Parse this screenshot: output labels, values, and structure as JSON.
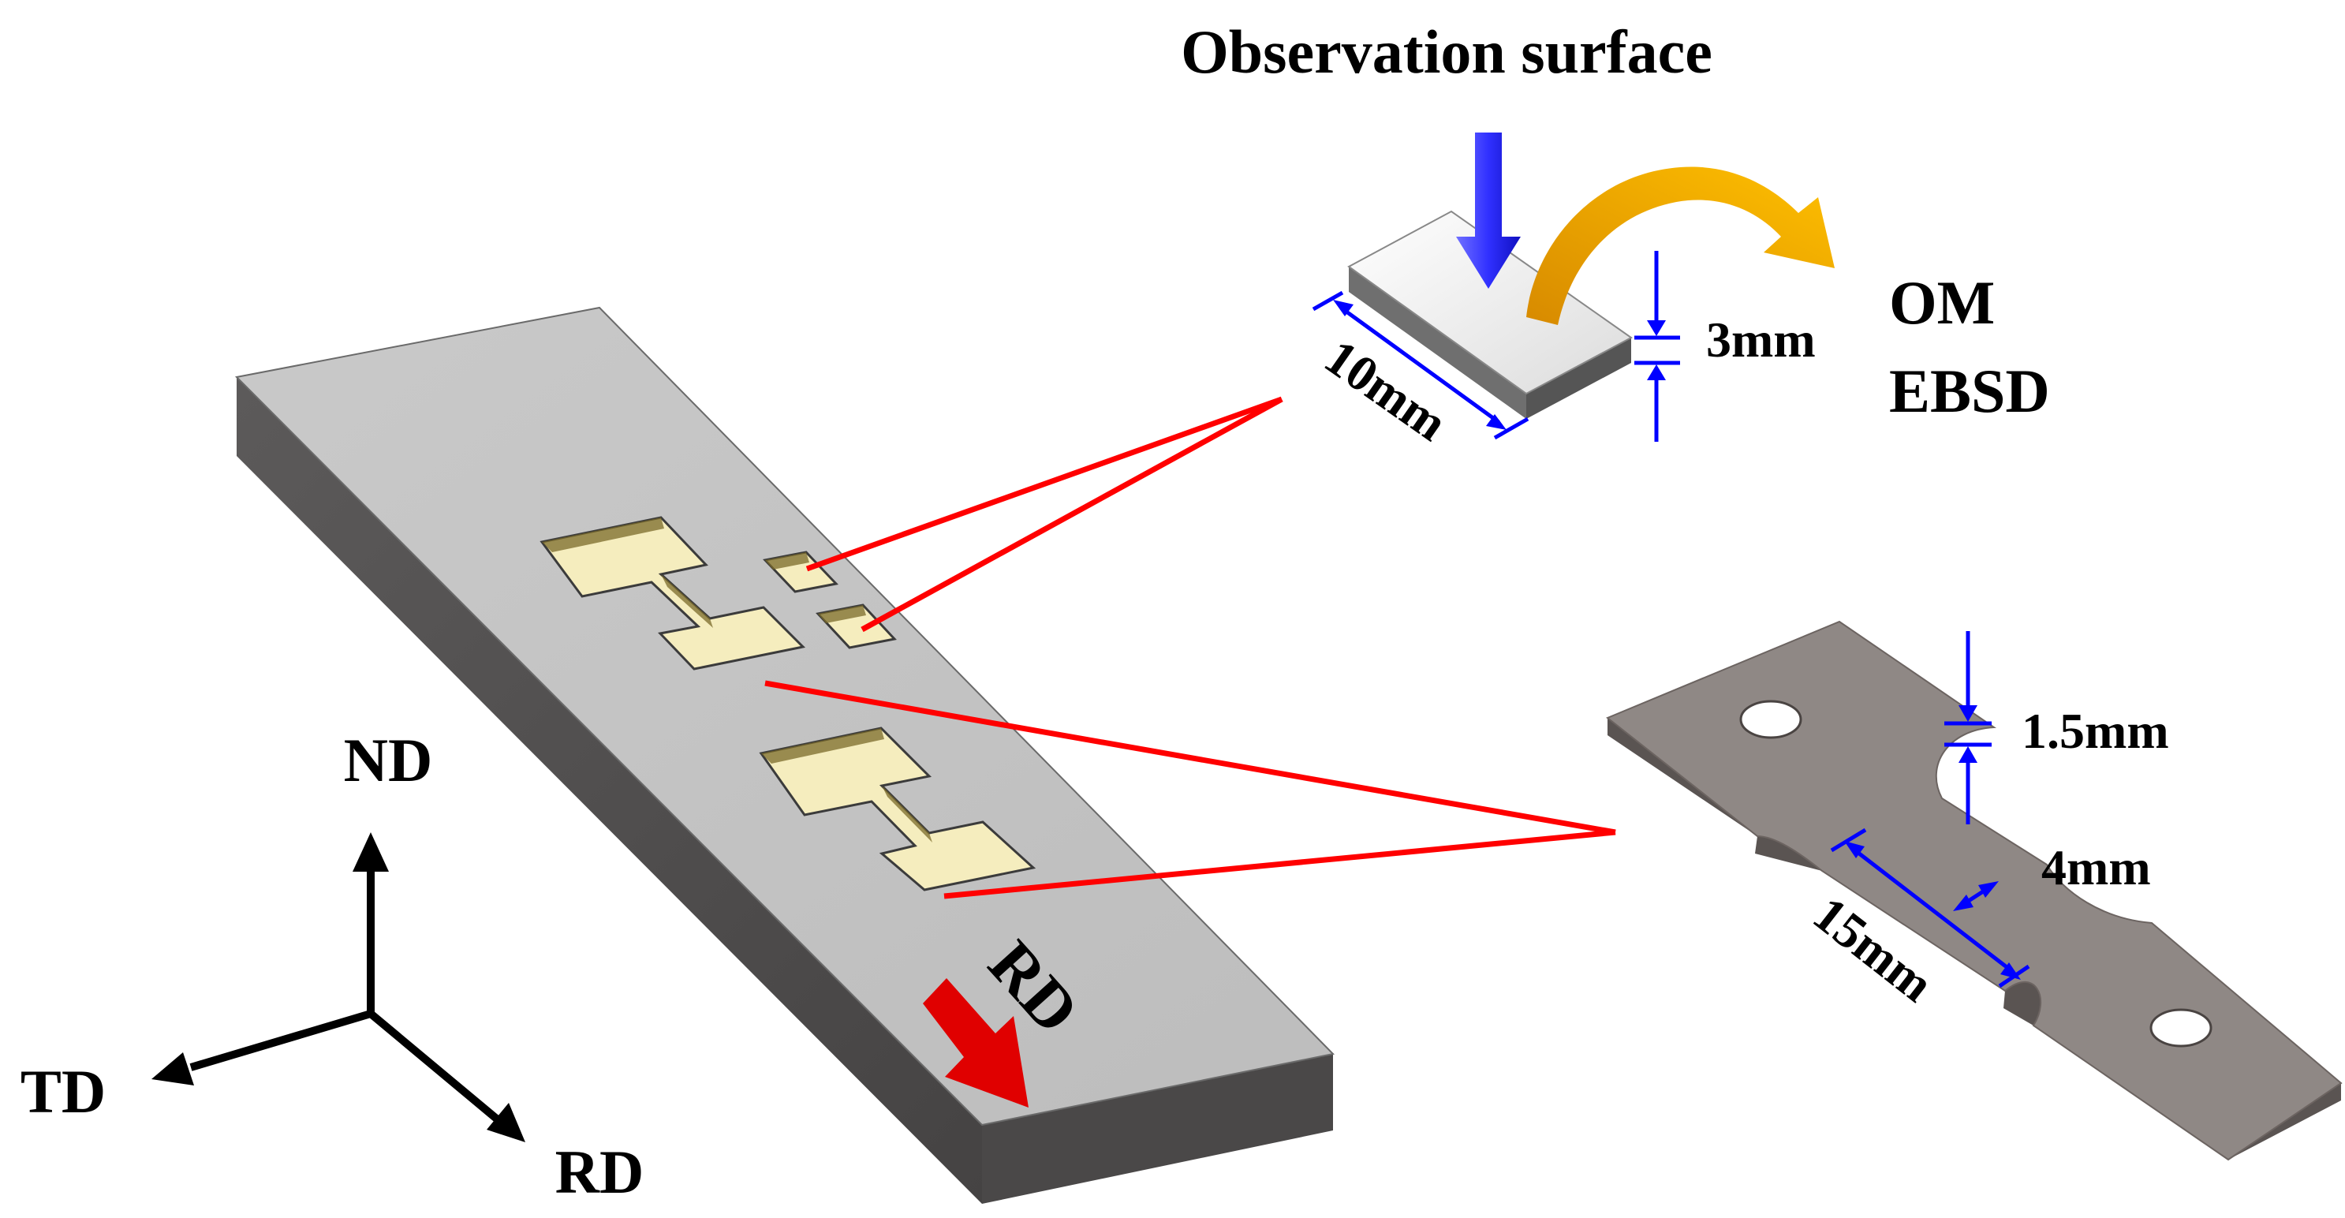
{
  "labels": {
    "observation_surface": "Observation surface",
    "om": "OM",
    "ebsd": "EBSD",
    "thickness_small": "3mm",
    "length_small": "10mm",
    "thickness_tensile": "1.5mm",
    "width_tensile": "4mm",
    "gauge_length": "15mm",
    "nd": "ND",
    "td": "TD",
    "rd_axis": "RD",
    "rd_plate": "RD"
  },
  "colors": {
    "plate_top": "#c3c3c3",
    "plate_side_dark": "#4a4848",
    "pocket_fill": "#f5edbe",
    "callout_line": "#ff0000",
    "rd_arrow": "#e00000",
    "dimension_blue": "#0000ff",
    "observation_arrow": "#4040ff",
    "curved_arrow": "#f0a000",
    "tensile_top": "#8f8885",
    "sample_top": "#eeeeee"
  },
  "icons": {
    "observation_arrow": "arrow-down-icon",
    "transfer_arrow": "curved-arrow-icon",
    "rd_plate_arrow": "arrow-down-right-icon"
  }
}
